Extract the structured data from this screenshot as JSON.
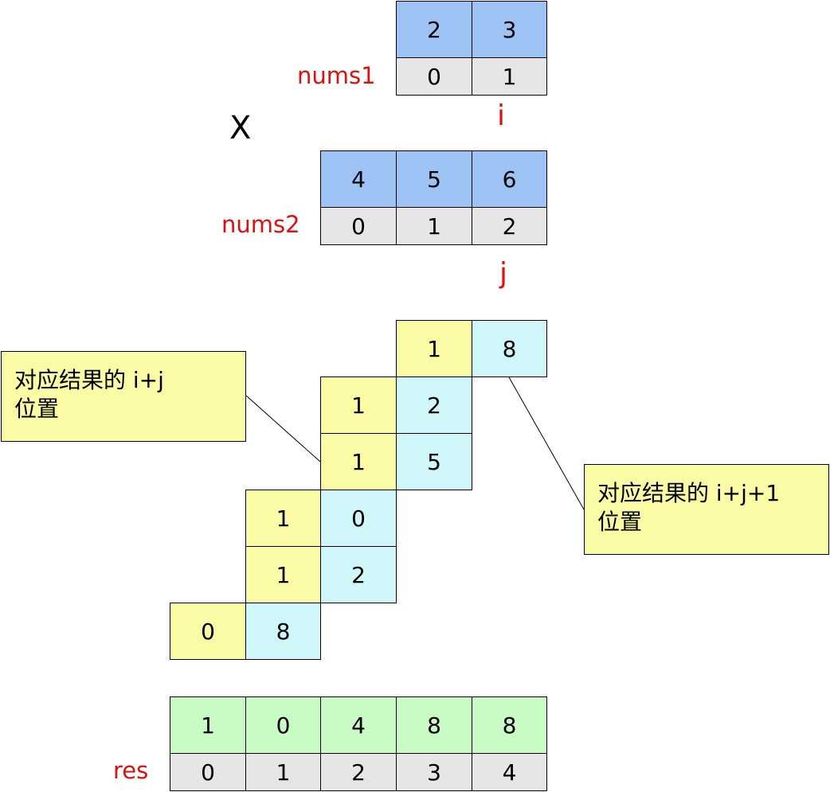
{
  "multiply_symbol": "X",
  "nums1": {
    "label": "nums1",
    "values": [
      "2",
      "3"
    ],
    "indices": [
      "0",
      "1"
    ],
    "pointer": "i"
  },
  "nums2": {
    "label": "nums2",
    "values": [
      "4",
      "5",
      "6"
    ],
    "indices": [
      "0",
      "1",
      "2"
    ],
    "pointer": "j"
  },
  "partials": [
    {
      "left": "1",
      "right": "8"
    },
    {
      "left": "1",
      "right": "2"
    },
    {
      "left": "1",
      "right": "5"
    },
    {
      "left": "1",
      "right": "0"
    },
    {
      "left": "1",
      "right": "2"
    },
    {
      "left": "0",
      "right": "8"
    }
  ],
  "callouts": {
    "left": "对应结果的 i+j\n位置",
    "right": "对应结果的 i+j+1\n位置"
  },
  "res": {
    "label": "res",
    "values": [
      "1",
      "0",
      "4",
      "8",
      "8"
    ],
    "indices": [
      "0",
      "1",
      "2",
      "3",
      "4"
    ]
  }
}
